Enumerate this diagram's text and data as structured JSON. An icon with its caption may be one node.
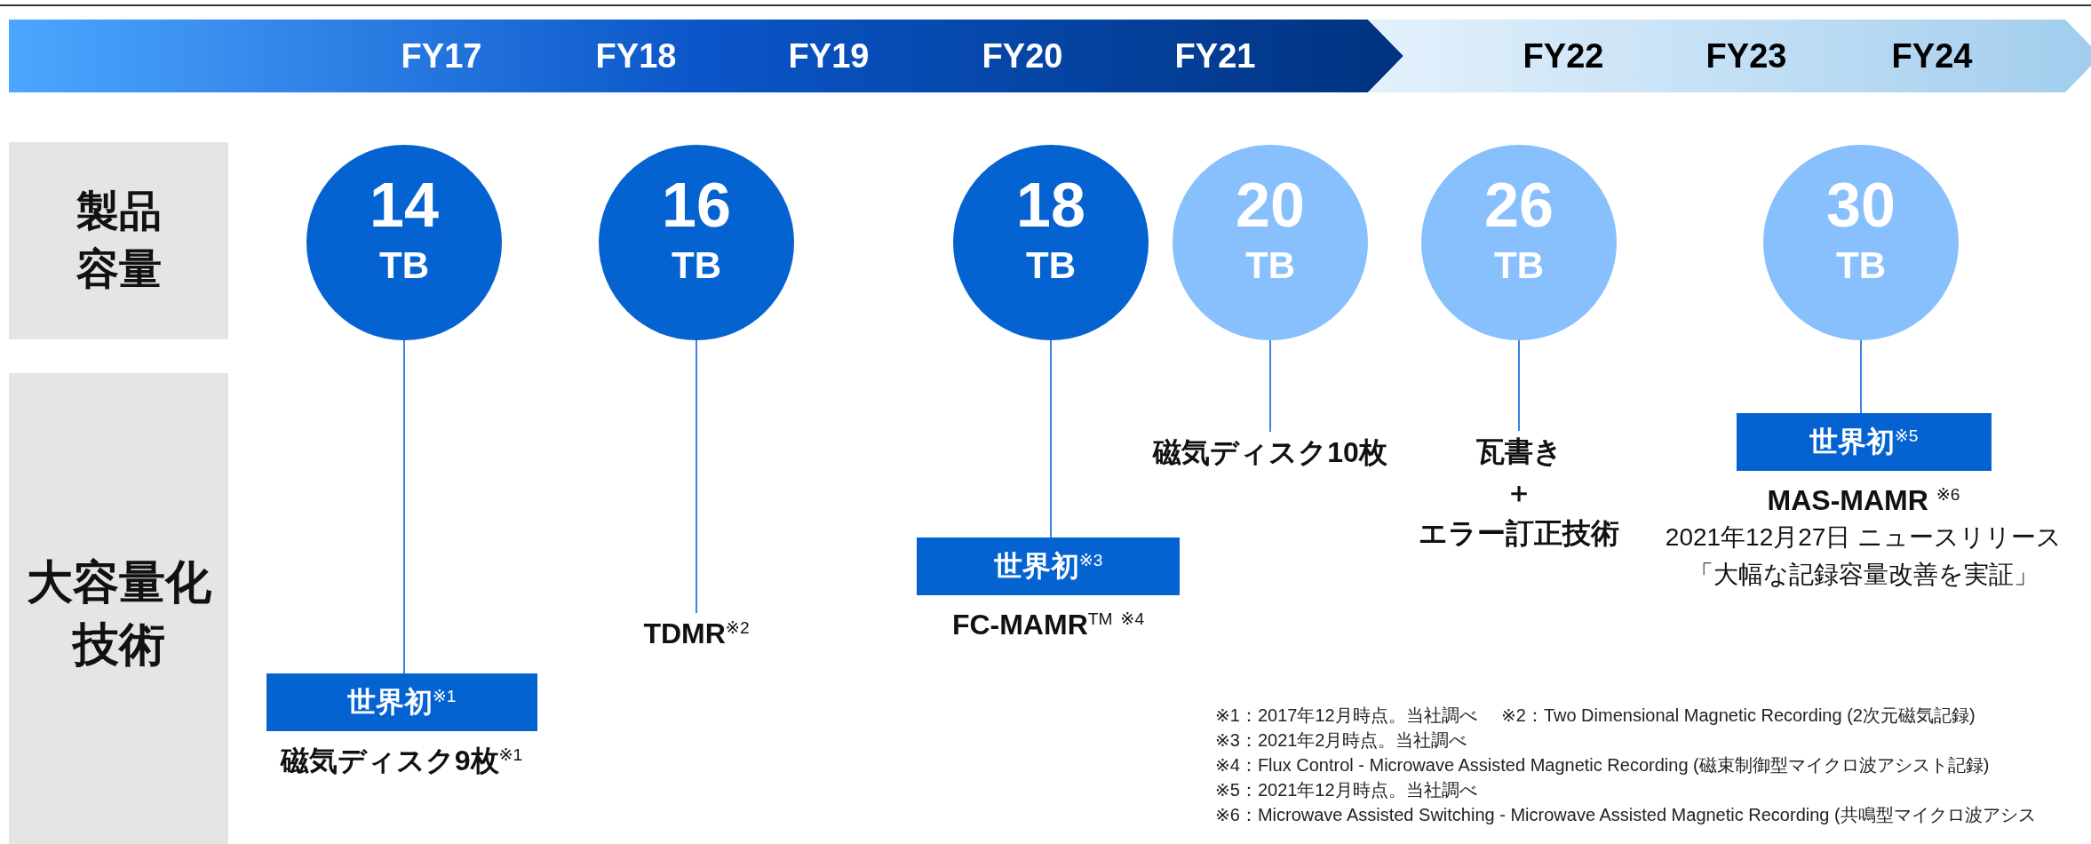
{
  "diagram": {
    "nodes": [
      {
        "text": [
          "FY17",
          "FY18",
          "FY19",
          "FY20",
          "FY21"
        ]
      },
      {
        "text": [
          "FY22",
          "FY23",
          "FY24"
        ]
      },
      {
        "text": [
          "製品容量"
        ]
      },
      {
        "text": [
          "大容量化技術"
        ]
      },
      {
        "text": [
          "14",
          "TB"
        ]
      },
      {
        "text": [
          "16",
          "TB"
        ]
      },
      {
        "text": [
          "18",
          "TB"
        ]
      },
      {
        "text": [
          "20",
          "TB"
        ]
      },
      {
        "text": [
          "26",
          "TB"
        ]
      },
      {
        "text": [
          "30",
          "TB"
        ]
      },
      {
        "text": [
          "世界初$^{※1}$"
        ],
        "beside": [
          "磁気ディスク9枚$^{※1}$"
        ]
      },
      {
        "text": [
          "TDMR$^{※2}$"
        ]
      },
      {
        "text": [
          "世界初$^{※3}$"
        ],
        "beside": [
          "FC-MAMR$^{TM}$ $^{※4}$"
        ]
      },
      {
        "text": [
          "磁気ディスク10枚"
        ]
      },
      {
        "text": [
          "瓦書き",
          "＋",
          "エラー訂正技術"
        ]
      },
      {
        "text": [
          "世界初$^{※5}$"
        ],
        "beside": [
          "MAS-MAMR $^{※6}$",
          "2021年12月27日 ニュースリリース「大幅な記録容量改善を実証」"
        ]
      }
    ],
    "edges": [
      {
        "from": 4,
        "to": 10,
        "arrow": "none"
      },
      {
        "from": 5,
        "to": 11,
        "arrow": "none"
      },
      {
        "from": 6,
        "to": 12,
        "arrow": "none"
      },
      {
        "from": 7,
        "to": 13,
        "arrow": "none"
      },
      {
        "from": 8,
        "to": 14,
        "arrow": "none"
      },
      {
        "from": 9,
        "to": 15,
        "arrow": "none"
      }
    ],
    "labels": [
      "※1：2017年12月時点。当社調べ",
      "※2：Two Dimensional Magnetic Recording (2次元磁気記録)",
      "※3：2021年2月時点。当社調べ",
      "※4：Flux Control - Microwave Assisted Magnetic Recording (磁束制御型マイクロ波アシスト記録)",
      "※5：2021年12月時点。当社調べ",
      "※6：Microwave Assisted Switching - Microwave Assisted Magnetic Recording (共鳴型マイクロ波アシス"
    ]
  }
}
